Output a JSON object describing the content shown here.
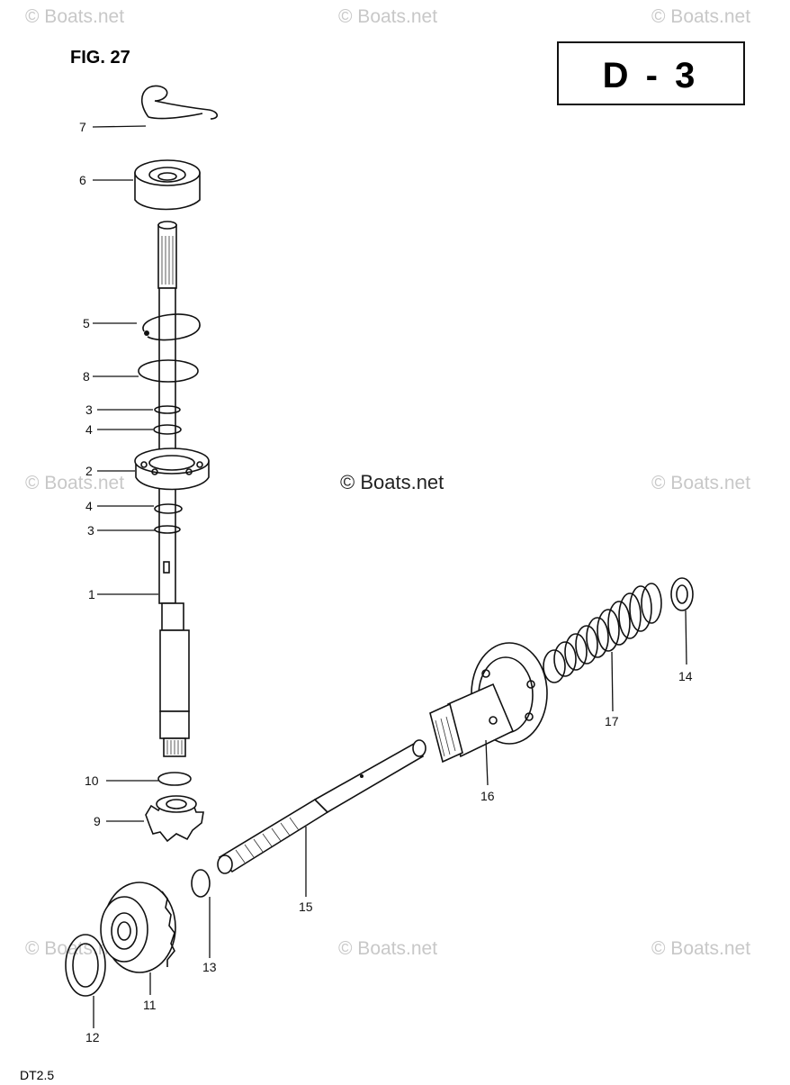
{
  "figure": {
    "title": "FIG. 27",
    "page_code": "D - 3",
    "footer": "DT2.5"
  },
  "watermarks": {
    "main": "© Boats.net",
    "corner": "© Boats.net"
  },
  "callouts": [
    "1",
    "2",
    "3",
    "3",
    "4",
    "4",
    "5",
    "6",
    "7",
    "8",
    "9",
    "10",
    "11",
    "12",
    "13",
    "14",
    "15",
    "16",
    "17"
  ],
  "parts": [
    {
      "ref": "7",
      "label": "7",
      "icon": "clip-icon"
    },
    {
      "ref": "6",
      "label": "6",
      "icon": "bushing-icon"
    },
    {
      "ref": "5",
      "label": "5",
      "icon": "circlip-icon"
    },
    {
      "ref": "8",
      "label": "8",
      "icon": "washer-icon"
    },
    {
      "ref": "3a",
      "label": "3",
      "icon": "ring-icon"
    },
    {
      "ref": "4a",
      "label": "4",
      "icon": "ring-icon"
    },
    {
      "ref": "2",
      "label": "2",
      "icon": "bearing-icon"
    },
    {
      "ref": "4b",
      "label": "4",
      "icon": "ring-icon"
    },
    {
      "ref": "3b",
      "label": "3",
      "icon": "ring-icon"
    },
    {
      "ref": "1",
      "label": "1",
      "icon": "drive-shaft-icon"
    },
    {
      "ref": "10",
      "label": "10",
      "icon": "ring-icon"
    },
    {
      "ref": "9",
      "label": "9",
      "icon": "pinion-gear-icon"
    },
    {
      "ref": "11",
      "label": "11",
      "icon": "bevel-gear-icon"
    },
    {
      "ref": "12",
      "label": "12",
      "icon": "shim-icon"
    },
    {
      "ref": "13",
      "label": "13",
      "icon": "washer-icon"
    },
    {
      "ref": "15",
      "label": "15",
      "icon": "propeller-shaft-icon"
    },
    {
      "ref": "16",
      "label": "16",
      "icon": "bearing-housing-icon"
    },
    {
      "ref": "17",
      "label": "17",
      "icon": "spring-icon"
    },
    {
      "ref": "14",
      "label": "14",
      "icon": "washer-icon"
    }
  ]
}
